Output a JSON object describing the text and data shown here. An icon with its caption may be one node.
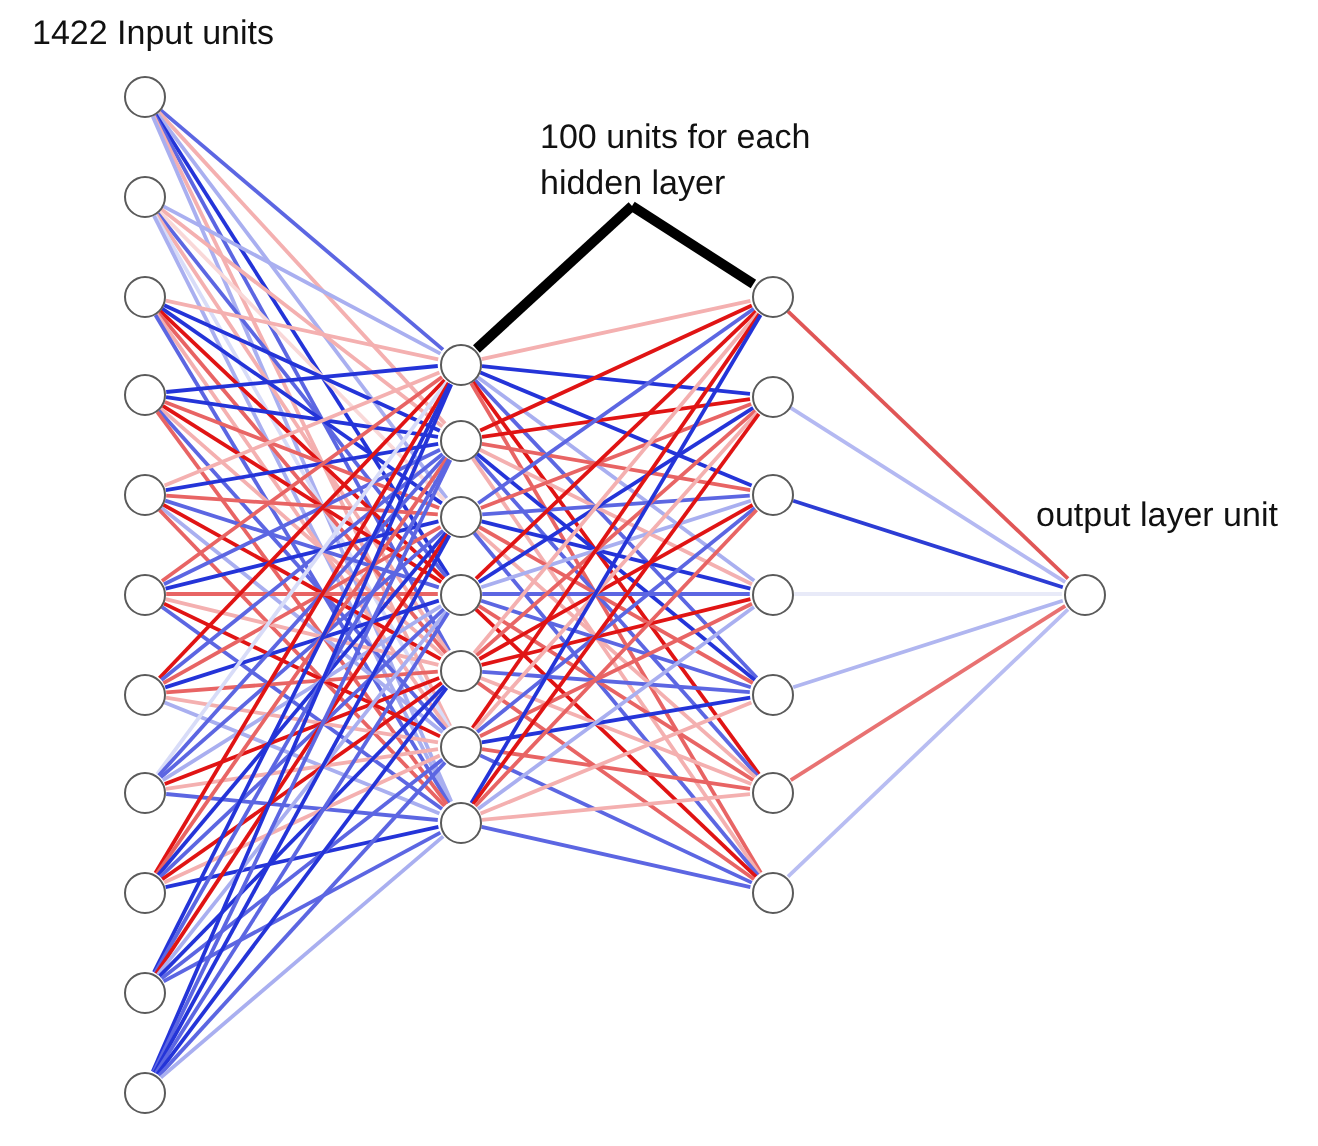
{
  "diagram": {
    "nodes": [
      {
        "text": [],
        "shape": "circle"
      },
      {
        "text": [],
        "shape": "circle"
      },
      {
        "text": [],
        "shape": "circle"
      },
      {
        "text": [],
        "shape": "circle"
      },
      {
        "text": [],
        "shape": "circle"
      },
      {
        "text": [],
        "shape": "circle"
      },
      {
        "text": [],
        "shape": "circle"
      },
      {
        "text": [],
        "shape": "circle"
      },
      {
        "text": [],
        "shape": "circle"
      },
      {
        "text": [],
        "shape": "circle"
      },
      {
        "text": [],
        "shape": "circle"
      },
      {
        "text": [],
        "shape": "circle"
      },
      {
        "text": [],
        "shape": "circle"
      },
      {
        "text": [],
        "shape": "circle"
      },
      {
        "text": [],
        "shape": "circle"
      },
      {
        "text": [],
        "shape": "circle"
      },
      {
        "text": [],
        "shape": "circle"
      },
      {
        "text": [],
        "shape": "circle"
      },
      {
        "text": [],
        "shape": "circle"
      },
      {
        "text": [],
        "shape": "circle"
      },
      {
        "text": [],
        "shape": "circle"
      },
      {
        "text": [],
        "shape": "circle"
      },
      {
        "text": [],
        "shape": "circle"
      },
      {
        "text": [],
        "shape": "circle"
      },
      {
        "text": [],
        "shape": "circle"
      },
      {
        "text": [],
        "shape": "circle",
        "beside": [
          "output layer unit"
        ]
      },
      {
        "text": [
          "100 units for each hidden layer"
        ]
      }
    ],
    "edges": [
      {
        "from": 0,
        "to": 11,
        "arrow": "none",
        "color": "#5c66e2"
      },
      {
        "from": 0,
        "to": 12,
        "arrow": "none",
        "color": "#f4b0b0"
      },
      {
        "from": 0,
        "to": 13,
        "arrow": "none",
        "color": "#a9aff0"
      },
      {
        "from": 0,
        "to": 14,
        "arrow": "none",
        "color": "#2434d8"
      },
      {
        "from": 0,
        "to": 15,
        "arrow": "none",
        "color": "#5c66e2"
      },
      {
        "from": 0,
        "to": 16,
        "arrow": "none",
        "color": "#f4b0b0"
      },
      {
        "from": 0,
        "to": 17,
        "arrow": "none",
        "color": "#a9aff0"
      },
      {
        "from": 1,
        "to": 11,
        "arrow": "none",
        "color": "#a9aff0"
      },
      {
        "from": 1,
        "to": 12,
        "arrow": "none",
        "color": "#f4b0b0"
      },
      {
        "from": 1,
        "to": 13,
        "arrow": "none",
        "color": "#f9d8d8"
      },
      {
        "from": 1,
        "to": 14,
        "arrow": "none",
        "color": "#5c66e2"
      },
      {
        "from": 1,
        "to": 15,
        "arrow": "none",
        "color": "#f4b0b0"
      },
      {
        "from": 1,
        "to": 16,
        "arrow": "none",
        "color": "#d8dcf8"
      },
      {
        "from": 1,
        "to": 17,
        "arrow": "none",
        "color": "#a9aff0"
      },
      {
        "from": 2,
        "to": 11,
        "arrow": "none",
        "color": "#f4b0b0"
      },
      {
        "from": 2,
        "to": 12,
        "arrow": "none",
        "color": "#2434d8"
      },
      {
        "from": 2,
        "to": 13,
        "arrow": "none",
        "color": "#2434d8"
      },
      {
        "from": 2,
        "to": 14,
        "arrow": "none",
        "color": "#e01414"
      },
      {
        "from": 2,
        "to": 15,
        "arrow": "none",
        "color": "#e86464"
      },
      {
        "from": 2,
        "to": 16,
        "arrow": "none",
        "color": "#f4b0b0"
      },
      {
        "from": 2,
        "to": 17,
        "arrow": "none",
        "color": "#5c66e2"
      },
      {
        "from": 3,
        "to": 11,
        "arrow": "none",
        "color": "#2434d8"
      },
      {
        "from": 3,
        "to": 12,
        "arrow": "none",
        "color": "#2434d8"
      },
      {
        "from": 3,
        "to": 13,
        "arrow": "none",
        "color": "#e86464"
      },
      {
        "from": 3,
        "to": 14,
        "arrow": "none",
        "color": "#e01414"
      },
      {
        "from": 3,
        "to": 15,
        "arrow": "none",
        "color": "#f4b0b0"
      },
      {
        "from": 3,
        "to": 16,
        "arrow": "none",
        "color": "#5c66e2"
      },
      {
        "from": 3,
        "to": 17,
        "arrow": "none",
        "color": "#e86464"
      },
      {
        "from": 4,
        "to": 11,
        "arrow": "none",
        "color": "#f4b0b0"
      },
      {
        "from": 4,
        "to": 12,
        "arrow": "none",
        "color": "#2434d8"
      },
      {
        "from": 4,
        "to": 13,
        "arrow": "none",
        "color": "#e86464"
      },
      {
        "from": 4,
        "to": 14,
        "arrow": "none",
        "color": "#5c66e2"
      },
      {
        "from": 4,
        "to": 15,
        "arrow": "none",
        "color": "#e01414"
      },
      {
        "from": 4,
        "to": 16,
        "arrow": "none",
        "color": "#a9aff0"
      },
      {
        "from": 4,
        "to": 17,
        "arrow": "none",
        "color": "#e86464"
      },
      {
        "from": 5,
        "to": 11,
        "arrow": "none",
        "color": "#e86464"
      },
      {
        "from": 5,
        "to": 12,
        "arrow": "none",
        "color": "#5c66e2"
      },
      {
        "from": 5,
        "to": 13,
        "arrow": "none",
        "color": "#2434d8"
      },
      {
        "from": 5,
        "to": 14,
        "arrow": "none",
        "color": "#e86464"
      },
      {
        "from": 5,
        "to": 15,
        "arrow": "none",
        "color": "#f4b0b0"
      },
      {
        "from": 5,
        "to": 16,
        "arrow": "none",
        "color": "#e01414"
      },
      {
        "from": 5,
        "to": 17,
        "arrow": "none",
        "color": "#5c66e2"
      },
      {
        "from": 6,
        "to": 11,
        "arrow": "none",
        "color": "#e01414"
      },
      {
        "from": 6,
        "to": 12,
        "arrow": "none",
        "color": "#5c66e2"
      },
      {
        "from": 6,
        "to": 13,
        "arrow": "none",
        "color": "#e86464"
      },
      {
        "from": 6,
        "to": 14,
        "arrow": "none",
        "color": "#2434d8"
      },
      {
        "from": 6,
        "to": 15,
        "arrow": "none",
        "color": "#e86464"
      },
      {
        "from": 6,
        "to": 16,
        "arrow": "none",
        "color": "#f4b0b0"
      },
      {
        "from": 6,
        "to": 17,
        "arrow": "none",
        "color": "#a9aff0"
      },
      {
        "from": 7,
        "to": 11,
        "arrow": "none",
        "color": "#d8dcf8"
      },
      {
        "from": 7,
        "to": 12,
        "arrow": "none",
        "color": "#5c66e2"
      },
      {
        "from": 7,
        "to": 13,
        "arrow": "none",
        "color": "#5c66e2"
      },
      {
        "from": 7,
        "to": 14,
        "arrow": "none",
        "color": "#a9aff0"
      },
      {
        "from": 7,
        "to": 15,
        "arrow": "none",
        "color": "#e01414"
      },
      {
        "from": 7,
        "to": 16,
        "arrow": "none",
        "color": "#f4b0b0"
      },
      {
        "from": 7,
        "to": 17,
        "arrow": "none",
        "color": "#5c66e2"
      },
      {
        "from": 8,
        "to": 11,
        "arrow": "none",
        "color": "#e01414"
      },
      {
        "from": 8,
        "to": 12,
        "arrow": "none",
        "color": "#e86464"
      },
      {
        "from": 8,
        "to": 13,
        "arrow": "none",
        "color": "#2434d8"
      },
      {
        "from": 8,
        "to": 14,
        "arrow": "none",
        "color": "#5c66e2"
      },
      {
        "from": 8,
        "to": 15,
        "arrow": "none",
        "color": "#e01414"
      },
      {
        "from": 8,
        "to": 16,
        "arrow": "none",
        "color": "#f4b0b0"
      },
      {
        "from": 8,
        "to": 17,
        "arrow": "none",
        "color": "#2434d8"
      },
      {
        "from": 9,
        "to": 11,
        "arrow": "none",
        "color": "#2434d8"
      },
      {
        "from": 9,
        "to": 12,
        "arrow": "none",
        "color": "#5c66e2"
      },
      {
        "from": 9,
        "to": 13,
        "arrow": "none",
        "color": "#e01414"
      },
      {
        "from": 9,
        "to": 14,
        "arrow": "none",
        "color": "#a9aff0"
      },
      {
        "from": 9,
        "to": 15,
        "arrow": "none",
        "color": "#2434d8"
      },
      {
        "from": 9,
        "to": 16,
        "arrow": "none",
        "color": "#5c66e2"
      },
      {
        "from": 9,
        "to": 17,
        "arrow": "none",
        "color": "#5c66e2"
      },
      {
        "from": 10,
        "to": 11,
        "arrow": "none",
        "color": "#2434d8"
      },
      {
        "from": 10,
        "to": 12,
        "arrow": "none",
        "color": "#5c66e2"
      },
      {
        "from": 10,
        "to": 13,
        "arrow": "none",
        "color": "#2434d8"
      },
      {
        "from": 10,
        "to": 14,
        "arrow": "none",
        "color": "#5c66e2"
      },
      {
        "from": 10,
        "to": 15,
        "arrow": "none",
        "color": "#2434d8"
      },
      {
        "from": 10,
        "to": 16,
        "arrow": "none",
        "color": "#5c66e2"
      },
      {
        "from": 10,
        "to": 17,
        "arrow": "none",
        "color": "#a9aff0"
      },
      {
        "from": 11,
        "to": 18,
        "arrow": "none",
        "color": "#f4b0b0"
      },
      {
        "from": 11,
        "to": 19,
        "arrow": "none",
        "color": "#2434d8"
      },
      {
        "from": 11,
        "to": 20,
        "arrow": "none",
        "color": "#2434d8"
      },
      {
        "from": 11,
        "to": 21,
        "arrow": "none",
        "color": "#a9aff0"
      },
      {
        "from": 11,
        "to": 22,
        "arrow": "none",
        "color": "#5c66e2"
      },
      {
        "from": 11,
        "to": 23,
        "arrow": "none",
        "color": "#e01414"
      },
      {
        "from": 11,
        "to": 24,
        "arrow": "none",
        "color": "#e86464"
      },
      {
        "from": 12,
        "to": 18,
        "arrow": "none",
        "color": "#e01414"
      },
      {
        "from": 12,
        "to": 19,
        "arrow": "none",
        "color": "#e01414"
      },
      {
        "from": 12,
        "to": 20,
        "arrow": "none",
        "color": "#e86464"
      },
      {
        "from": 12,
        "to": 21,
        "arrow": "none",
        "color": "#f4b0b0"
      },
      {
        "from": 12,
        "to": 22,
        "arrow": "none",
        "color": "#2434d8"
      },
      {
        "from": 12,
        "to": 23,
        "arrow": "none",
        "color": "#5c66e2"
      },
      {
        "from": 12,
        "to": 24,
        "arrow": "none",
        "color": "#f4b0b0"
      },
      {
        "from": 13,
        "to": 18,
        "arrow": "none",
        "color": "#5c66e2"
      },
      {
        "from": 13,
        "to": 19,
        "arrow": "none",
        "color": "#e86464"
      },
      {
        "from": 13,
        "to": 20,
        "arrow": "none",
        "color": "#5c66e2"
      },
      {
        "from": 13,
        "to": 21,
        "arrow": "none",
        "color": "#2434d8"
      },
      {
        "from": 13,
        "to": 22,
        "arrow": "none",
        "color": "#e86464"
      },
      {
        "from": 13,
        "to": 23,
        "arrow": "none",
        "color": "#f4b0b0"
      },
      {
        "from": 13,
        "to": 24,
        "arrow": "none",
        "color": "#5c66e2"
      },
      {
        "from": 14,
        "to": 18,
        "arrow": "none",
        "color": "#e01414"
      },
      {
        "from": 14,
        "to": 19,
        "arrow": "none",
        "color": "#2434d8"
      },
      {
        "from": 14,
        "to": 20,
        "arrow": "none",
        "color": "#a9aff0"
      },
      {
        "from": 14,
        "to": 21,
        "arrow": "none",
        "color": "#5c66e2"
      },
      {
        "from": 14,
        "to": 22,
        "arrow": "none",
        "color": "#5c66e2"
      },
      {
        "from": 14,
        "to": 23,
        "arrow": "none",
        "color": "#e86464"
      },
      {
        "from": 14,
        "to": 24,
        "arrow": "none",
        "color": "#e01414"
      },
      {
        "from": 15,
        "to": 18,
        "arrow": "none",
        "color": "#f4b0b0"
      },
      {
        "from": 15,
        "to": 19,
        "arrow": "none",
        "color": "#e86464"
      },
      {
        "from": 15,
        "to": 20,
        "arrow": "none",
        "color": "#e01414"
      },
      {
        "from": 15,
        "to": 21,
        "arrow": "none",
        "color": "#e01414"
      },
      {
        "from": 15,
        "to": 22,
        "arrow": "none",
        "color": "#5c66e2"
      },
      {
        "from": 15,
        "to": 23,
        "arrow": "none",
        "color": "#f4b0b0"
      },
      {
        "from": 15,
        "to": 24,
        "arrow": "none",
        "color": "#e86464"
      },
      {
        "from": 16,
        "to": 18,
        "arrow": "none",
        "color": "#e01414"
      },
      {
        "from": 16,
        "to": 19,
        "arrow": "none",
        "color": "#f4b0b0"
      },
      {
        "from": 16,
        "to": 20,
        "arrow": "none",
        "color": "#5c66e2"
      },
      {
        "from": 16,
        "to": 21,
        "arrow": "none",
        "color": "#e86464"
      },
      {
        "from": 16,
        "to": 22,
        "arrow": "none",
        "color": "#2434d8"
      },
      {
        "from": 16,
        "to": 23,
        "arrow": "none",
        "color": "#e86464"
      },
      {
        "from": 16,
        "to": 24,
        "arrow": "none",
        "color": "#5c66e2"
      },
      {
        "from": 17,
        "to": 18,
        "arrow": "none",
        "color": "#2434d8"
      },
      {
        "from": 17,
        "to": 19,
        "arrow": "none",
        "color": "#e01414"
      },
      {
        "from": 17,
        "to": 20,
        "arrow": "none",
        "color": "#e86464"
      },
      {
        "from": 17,
        "to": 21,
        "arrow": "none",
        "color": "#a9aff0"
      },
      {
        "from": 17,
        "to": 22,
        "arrow": "none",
        "color": "#f4b0b0"
      },
      {
        "from": 17,
        "to": 23,
        "arrow": "none",
        "color": "#f4b0b0"
      },
      {
        "from": 17,
        "to": 24,
        "arrow": "none",
        "color": "#5c66e2"
      },
      {
        "from": 18,
        "to": 25,
        "arrow": "none",
        "color": "#e05656"
      },
      {
        "from": 19,
        "to": 25,
        "arrow": "none",
        "color": "#b4b9f2"
      },
      {
        "from": 20,
        "to": 25,
        "arrow": "none",
        "color": "#2c3cd4"
      },
      {
        "from": 21,
        "to": 25,
        "arrow": "none",
        "color": "#e8eaf8"
      },
      {
        "from": 22,
        "to": 25,
        "arrow": "none",
        "color": "#b0b6f0"
      },
      {
        "from": 23,
        "to": 25,
        "arrow": "none",
        "color": "#e87272"
      },
      {
        "from": 24,
        "to": 25,
        "arrow": "none",
        "color": "#b8bdf2"
      },
      {
        "from": 26,
        "to": 11,
        "arrow": "none",
        "style": "thick",
        "color": "#000000"
      },
      {
        "from": 26,
        "to": 18,
        "arrow": "none",
        "style": "thick",
        "color": "#000000"
      }
    ],
    "labels": [
      "1422 Input units"
    ]
  }
}
